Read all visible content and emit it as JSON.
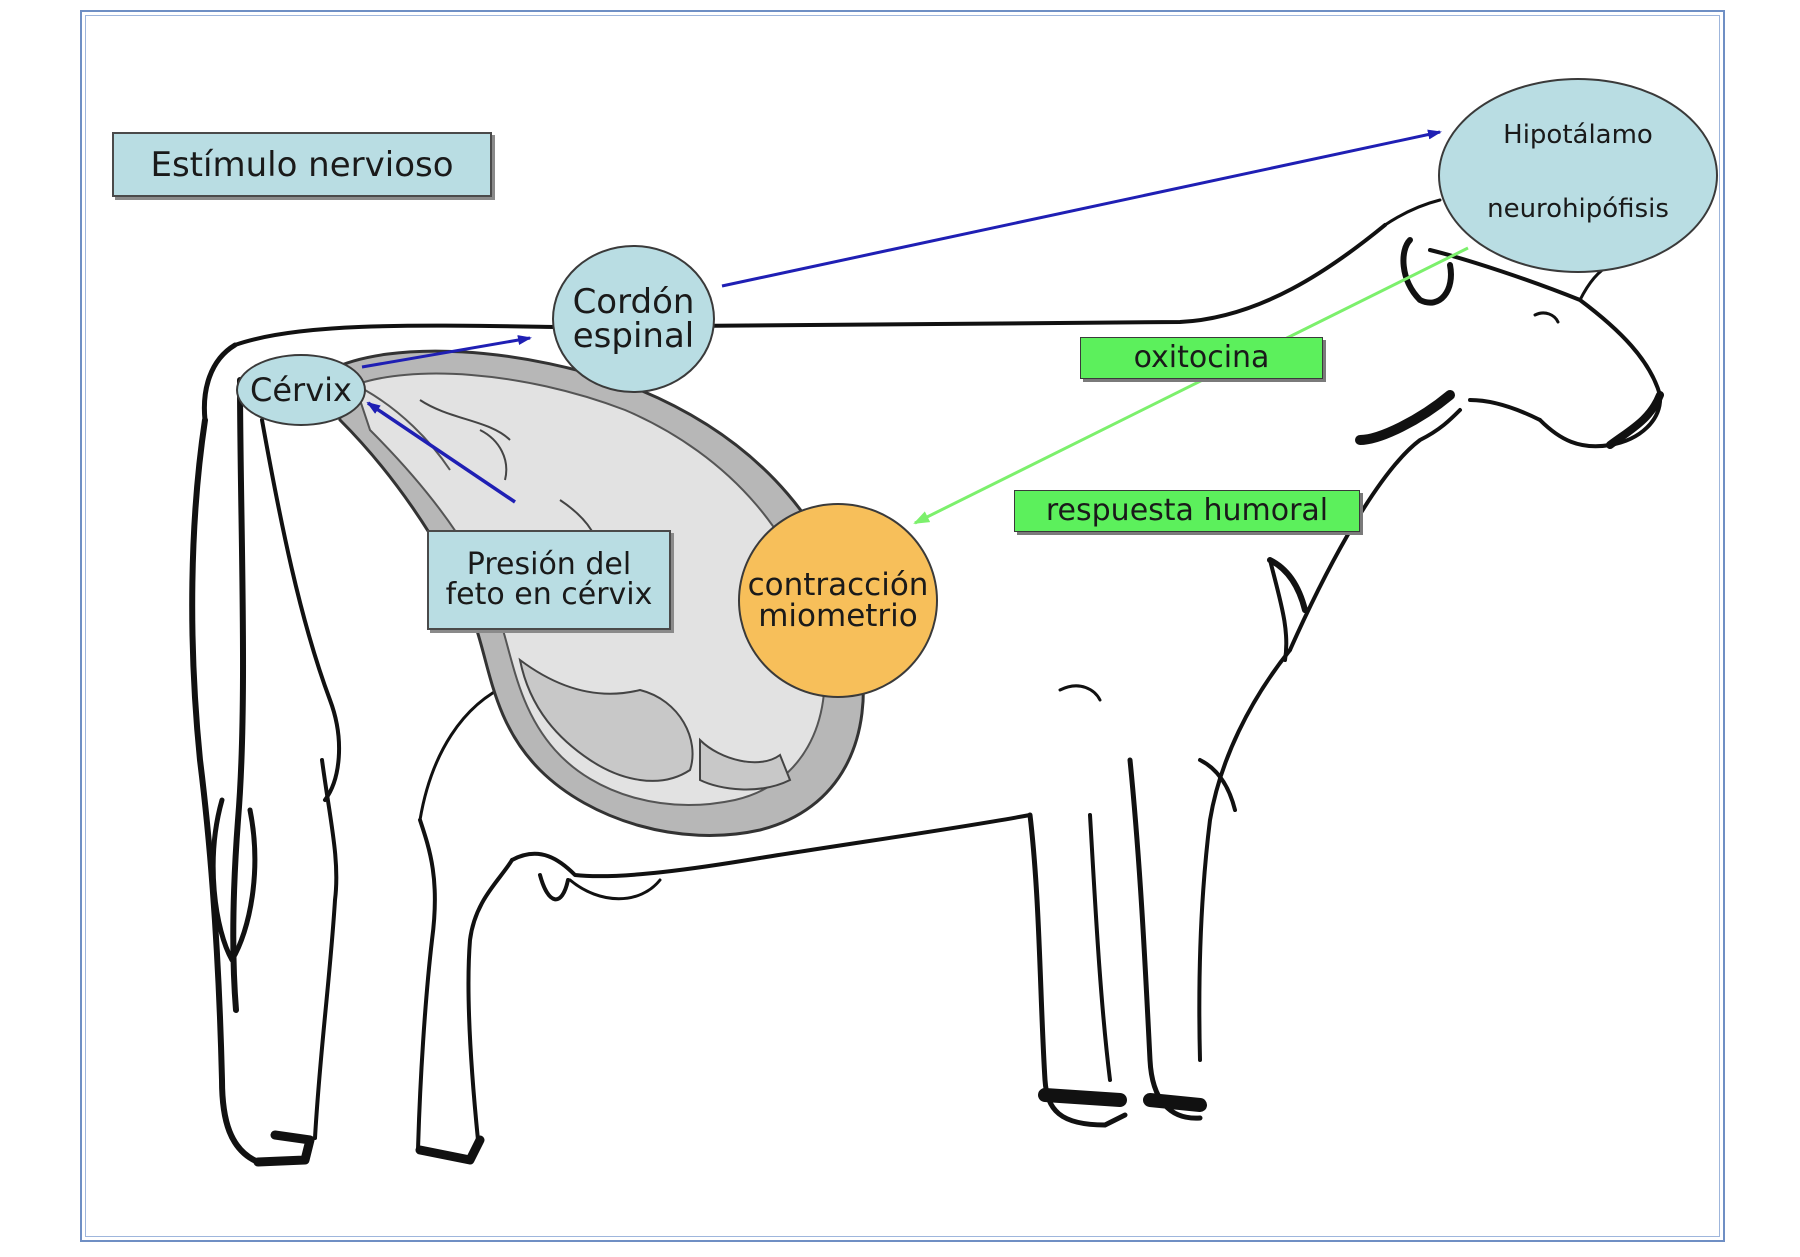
{
  "labels": {
    "stimulus": "Estímulo nervioso",
    "cervix": "Cérvix",
    "spinal_cord": "Cordón\nespinal",
    "fetal_pressure": "Presión del\nfeto en cérvix",
    "contraction": "contracción\nmiometrio",
    "oxytocin": "oxitocina",
    "humoral": "respuesta humoral",
    "hypothalamus": "Hipotálamo",
    "neurohypophysis": "neurohipófisis"
  },
  "colors": {
    "nerve_arrow": "#1f1fb4",
    "hormone_arrow": "#7cf06c",
    "box_blue": "#b9dde3",
    "box_green": "#5cf05c",
    "circle_orange": "#f7bf5a"
  },
  "icons": {
    "animal": "cow-outline-icon",
    "uterus": "uterus-with-fetus-icon"
  }
}
